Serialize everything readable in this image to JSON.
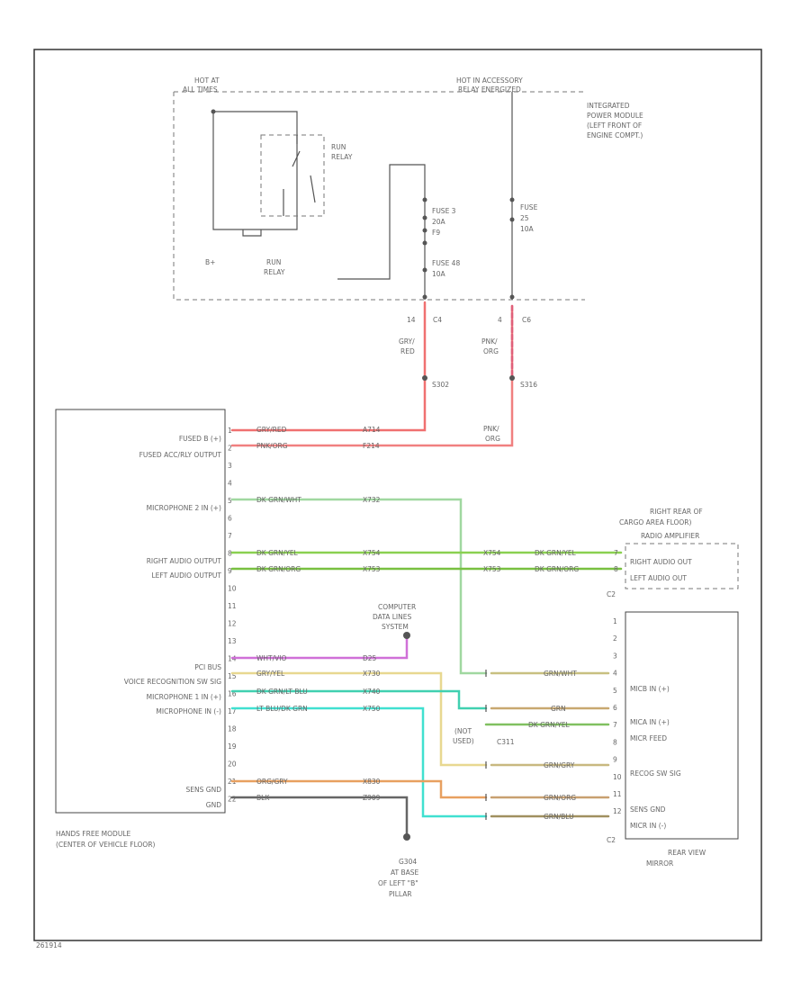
{
  "ipm": {
    "hot_at_all_times_1": "HOT AT",
    "hot_at_all_times_2": "ALL TIMES",
    "hot_in_acc_1": "HOT IN ACCESSORY",
    "hot_in_acc_2": "RELAY ENERGIZED",
    "label_1": "INTEGRATED",
    "label_2": "POWER MODULE",
    "label_3": "(LEFT FRONT OF",
    "label_4": "ENGINE COMPT.)",
    "run_relay_1": "RUN",
    "run_relay_2": "RELAY",
    "run_relay_b_1": "RUN",
    "run_relay_b_2": "RELAY",
    "bplus": "B+",
    "fuse3_1": "FUSE 3",
    "fuse3_2": "20A",
    "fuse3_3": "F9",
    "fuse48_1": "FUSE 48",
    "fuse48_2": "10A",
    "fuse25_1": "FUSE",
    "fuse25_2": "25",
    "fuse25_3": "10A",
    "pin14": "14",
    "c4": "C4",
    "pin4": "4",
    "c6": "C6",
    "w1_color_1": "GRY/",
    "w1_color_2": "RED",
    "w2_color_1": "PNK/",
    "w2_color_2": "ORG",
    "s302": "S302",
    "s316": "S316",
    "w2b_color_1": "PNK/",
    "w2b_color_2": "ORG"
  },
  "hfm": {
    "title_1": "HANDS FREE MODULE",
    "title_2": "(CENTER OF VEHICLE FLOOR)",
    "fused_b": "FUSED B (+)",
    "fused_acc": "FUSED ACC/RLY OUTPUT",
    "mic2": "MICROPHONE 2 IN (+)",
    "right_audio": "RIGHT AUDIO OUTPUT",
    "left_audio": "LEFT AUDIO OUTPUT",
    "pci": "PCI BUS",
    "voice": "VOICE RECOGNITION SW SIG",
    "mic1": "MICROPHONE 1 IN (+)",
    "mic_neg": "MICROPHONE IN (-)",
    "sens_gnd": "SENS GND",
    "gnd": "GND",
    "pins": [
      "1",
      "2",
      "3",
      "4",
      "5",
      "6",
      "7",
      "8",
      "9",
      "10",
      "11",
      "12",
      "13",
      "14",
      "15",
      "16",
      "17",
      "18",
      "19",
      "20",
      "21",
      "22"
    ]
  },
  "wires": {
    "grn_red": "GRY/RED",
    "grn_red_c": "A714",
    "pnk_org": "PNK/ORG",
    "pnk_org_c": "F214",
    "mic2_w": "DK GRN/WHT",
    "mic2_c": "X732",
    "r_audio": "DK GRN/YEL",
    "r_audio_c": "X754",
    "r_audio_c2": "X754",
    "r_audio_w2": "DK GRN/YEL",
    "l_audio": "DK GRN/ORG",
    "l_audio_c": "X753",
    "l_audio_c2": "X753",
    "l_audio_w2": "DK GRN/ORG",
    "pci_w": "WHT/VIO",
    "pci_c": "D25",
    "voice_w": "GRY/YEL",
    "voice_c": "X730",
    "mic1_w": "DK GRN/LT BLU",
    "mic1_c": "X740",
    "micn_w": "LT BLU/DK GRN",
    "micn_c": "X750",
    "sens_w": "ORG/GRY",
    "sens_c": "X830",
    "gnd_w": "BLK",
    "gnd_c": "Z909"
  },
  "cds": {
    "l1": "COMPUTER",
    "l2": "DATA LINES",
    "l3": "SYSTEM"
  },
  "amp": {
    "l1": "RIGHT REAR OF",
    "l2": "CARGO AREA FLOOR)",
    "l3": "RADIO AMPLIFIER",
    "r_audio": "RIGHT AUDIO OUT",
    "l_audio": "LEFT AUDIO OUT",
    "pin_r": "7",
    "pin_l": "8",
    "conn": "C2"
  },
  "mirror": {
    "title_1": "REAR VIEW",
    "title_2": "MIRROR",
    "conn": "C2",
    "micb_in": "MICB IN (+)",
    "mica_in": "MICA IN (+)",
    "micr_feed": "MICR FEED",
    "recog": "RECOG SW SIG",
    "sens_gnd": "SENS GND",
    "mic_in_neg": "MICR IN (-)",
    "pins": [
      "1",
      "2",
      "3",
      "4",
      "5",
      "6",
      "7",
      "8",
      "9",
      "10",
      "11",
      "12"
    ],
    "w_micb": "GRN/WHT",
    "w_mica": "GRN",
    "w_micr": "DK GRN/YEL",
    "w_recog": "GRN/GRY",
    "w_sens": "GRN/ORG",
    "w_micn": "GRN/BLU"
  },
  "splice": {
    "not_used_1": "(NOT",
    "not_used_2": "USED)",
    "c311": "C311"
  },
  "ground": {
    "g": "G304",
    "l1": "AT BASE",
    "l2": "OF LEFT \"B\"",
    "l3": "PILLAR"
  },
  "footer": {
    "code": "261914"
  },
  "colors": {
    "red": "#f07070",
    "pink": "#e890a0",
    "green": "#88d060",
    "light_green": "#a0d8a0",
    "violet": "#d070d8",
    "yellow": "#e8d890",
    "teal": "#40d8c0",
    "orange": "#e8a060",
    "olive": "#b0a060",
    "black": "#666666"
  }
}
